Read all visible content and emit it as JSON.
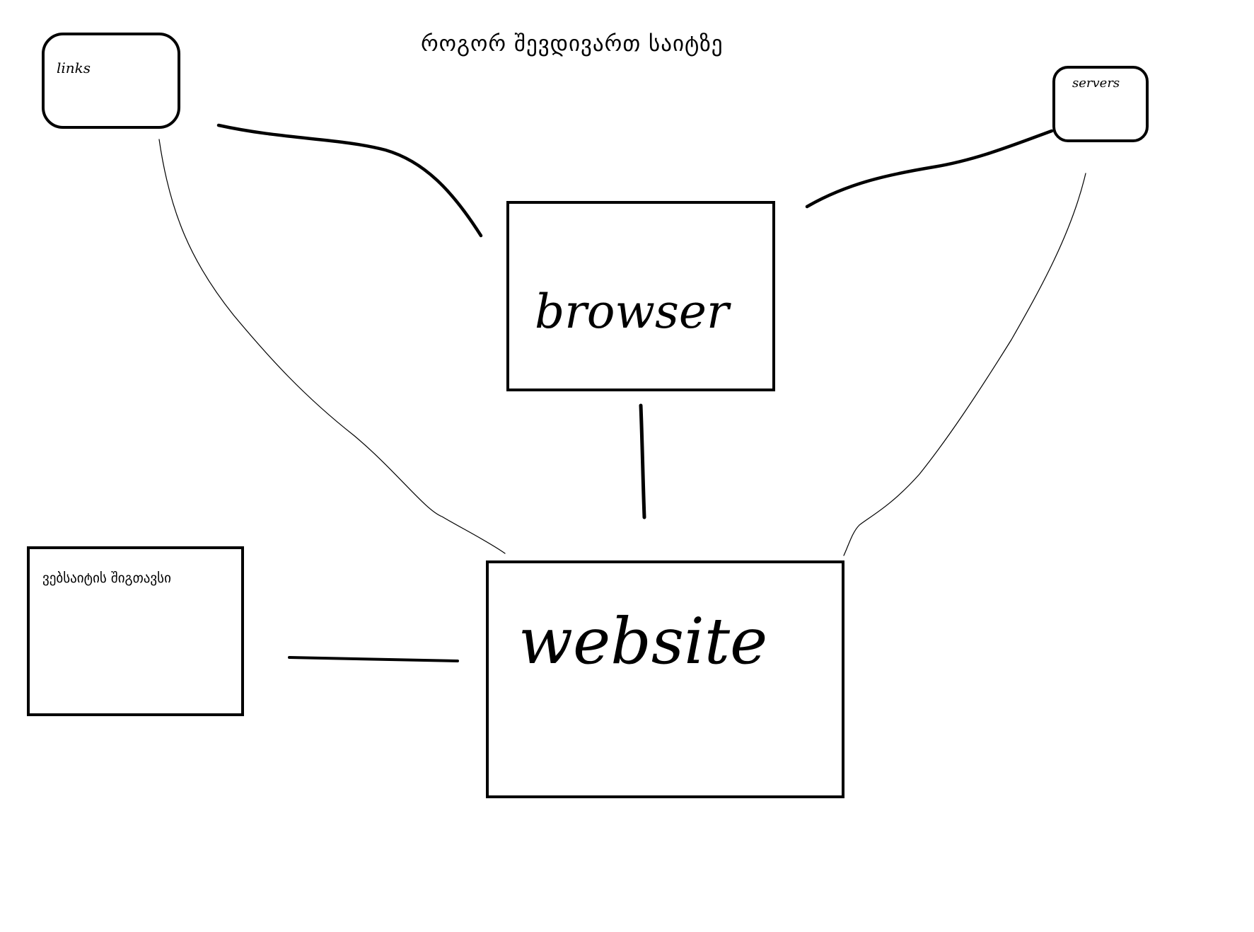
{
  "diagram": {
    "title": "როგორ შევდივართ საიტზე",
    "nodes": {
      "links": {
        "label": "links"
      },
      "servers": {
        "label": "servers"
      },
      "browser": {
        "label": "browser"
      },
      "website": {
        "label": "website"
      },
      "content": {
        "label": "ვებსაიტის შიგთავსი"
      }
    },
    "edges": [
      {
        "from": "links",
        "to": "browser",
        "style": "thick"
      },
      {
        "from": "servers",
        "to": "browser",
        "style": "thick"
      },
      {
        "from": "browser",
        "to": "website",
        "style": "thick"
      },
      {
        "from": "content",
        "to": "website",
        "style": "thick"
      },
      {
        "from": "links",
        "to": "website",
        "style": "thin"
      },
      {
        "from": "servers",
        "to": "website",
        "style": "thin"
      }
    ],
    "colors": {
      "background": "#ffffff",
      "ink": "#000000"
    }
  }
}
